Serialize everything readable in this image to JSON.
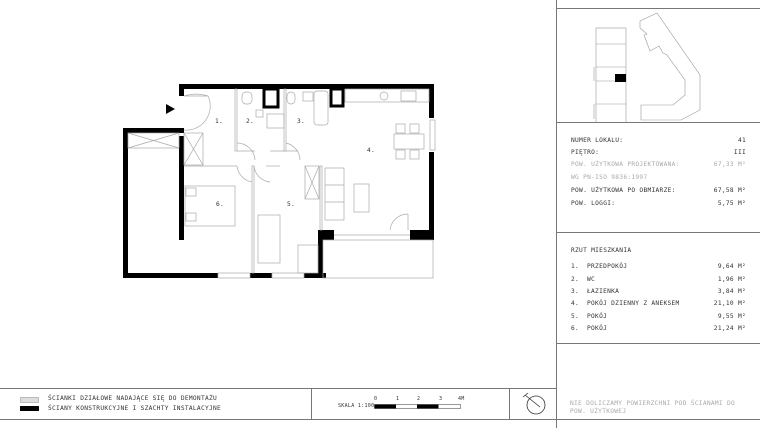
{
  "info": {
    "rows": [
      {
        "label": "NUMER LOKALU:",
        "value": "41",
        "muted": false
      },
      {
        "label": "PIĘTRO:",
        "value": "III",
        "muted": false
      },
      {
        "label": "POW. UŻYTKOWA PROJEKTOWANA:",
        "value": "67,33 M²",
        "muted": true
      },
      {
        "label": "WG PN-ISO 9836:1997",
        "value": "",
        "muted": true
      },
      {
        "label": "POW. UŻYTKOWA PO OBMIARZE:",
        "value": "67,58 M²",
        "muted": false
      },
      {
        "label": "POW. LOGGI:",
        "value": "5,75 M²",
        "muted": false
      }
    ]
  },
  "rooms": {
    "title": "RZUT MIESZKANIA",
    "items": [
      {
        "num": "1.",
        "name": "PRZEDPOKÓJ",
        "area": "9,64 M²"
      },
      {
        "num": "2.",
        "name": "WC",
        "area": "1,96 M²"
      },
      {
        "num": "3.",
        "name": "ŁAZIENKA",
        "area": "3,84 M²"
      },
      {
        "num": "4.",
        "name": "POKÓJ DZIENNY Z ANEKSEM",
        "area": "21,10 M²"
      },
      {
        "num": "5.",
        "name": "POKÓJ",
        "area": "9,55 M²"
      },
      {
        "num": "6.",
        "name": "POKÓJ",
        "area": "21,24 M²"
      }
    ]
  },
  "note": "NIE DOLICZAMY POWIERZCHNI POD ŚCIANAMI DO POW. UŻYTKOWEJ",
  "legend": {
    "items": [
      {
        "label": "ŚCIANKI DZIAŁOWE NADAJĄCE SIĘ DO DEMONTAŻU",
        "swatch": "#dddddd"
      },
      {
        "label": "ŚCIANY KONSTRUKCYJNE I SZACHTY INSTALACYJNE",
        "swatch": "#000000"
      }
    ]
  },
  "scale": {
    "label": "SKALA 1:100",
    "ticks": [
      "0",
      "1",
      "2",
      "3",
      "4M"
    ]
  },
  "plan_labels": {
    "r1": "1.",
    "r2": "2.",
    "r3": "3.",
    "r4": "4.",
    "r5": "5.",
    "r6": "6."
  }
}
